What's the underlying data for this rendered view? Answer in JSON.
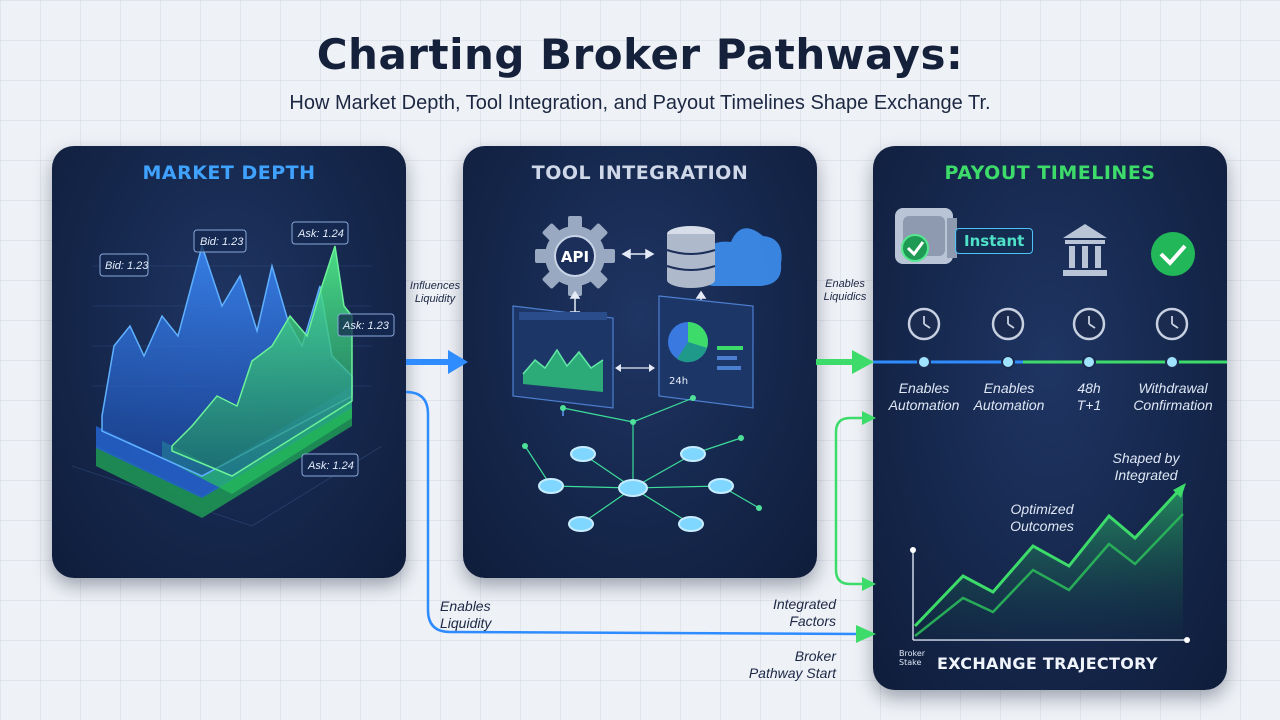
{
  "header": {
    "title": "Charting Broker Pathways:",
    "subtitle": "How Market Depth, Tool Integration, and Payout Timelines Shape Exchange Tr."
  },
  "colors": {
    "blue_accent": "#2f8cff",
    "green_accent": "#3ddc6a",
    "panel_bg": "#15274c",
    "tool_title": "#cfd8e8"
  },
  "market_depth": {
    "title": "MARKET DEPTH",
    "labels": [
      "Bid: 1.23",
      "Bid: 1.23",
      "Ask: 1.24",
      "Ask: 1.23",
      "Ask: 1.24"
    ]
  },
  "tool_integration": {
    "title": "TOOL INTEGRATION",
    "api_label": "API",
    "dashboard_label": "24h",
    "icons": [
      "gear-icon",
      "database-cloud-icon",
      "dashboard-chart-icon",
      "pie-chart-icon",
      "network-icon"
    ]
  },
  "payout_timelines": {
    "title": "PAYOUT TIMELINES",
    "instant_badge": "Instant",
    "timeline_labels": [
      {
        "line1": "Enables",
        "line2": "Automation"
      },
      {
        "line1": "Enables",
        "line2": "Automation"
      },
      {
        "line1": "48h",
        "line2": "T+1"
      },
      {
        "line1": "Withdrawal",
        "line2": "Confirmation"
      }
    ],
    "chart_annotations": {
      "shaped": {
        "line1": "Shaped by",
        "line2": "Integrated"
      },
      "optimized": {
        "line1": "Optimized",
        "line2": "Outcomes"
      },
      "broker_stake": {
        "line1": "Broker",
        "line2": "Stake"
      }
    },
    "trajectory_title": "EXCHANGE TRAJECTORY"
  },
  "flows": {
    "influences": {
      "line1": "Influences",
      "line2": "Liquidity"
    },
    "enables_top": {
      "line1": "Enables",
      "line2": "Liquidics"
    },
    "enables_bottom": {
      "line1": "Enables",
      "line2": "Liquidity"
    },
    "integrated": {
      "line1": "Integrated",
      "line2": "Factors"
    },
    "broker": {
      "line1": "Broker",
      "line2": "Pathway Start"
    }
  }
}
